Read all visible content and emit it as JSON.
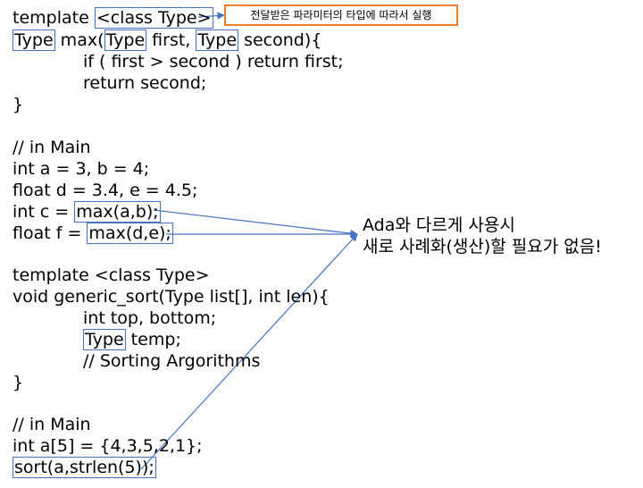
{
  "code_lines": {
    "l1_pre": "template ",
    "l1_box": "<class Type>",
    "l2_box1": "Type",
    "l2_mid1": " max(",
    "l2_box2": "Type",
    "l2_mid2": " first, ",
    "l2_box3": "Type",
    "l2_end": " second){",
    "l3": "if ( first > second ) return first;",
    "l4": "return second;",
    "l5": "}",
    "l6": "// in Main",
    "l7": "int a = 3, b = 4;",
    "l8": "float d = 3.4, e = 4.5;",
    "l9_pre": "int c = ",
    "l9_box": "max(a,b);",
    "l10_pre": "float f = ",
    "l10_box": "max(d,e);",
    "l11": "template <class Type>",
    "l12": "void generic_sort(Type list[], int len){",
    "l13": "int top, bottom;",
    "l14_box": "Type",
    "l14_end": " temp;",
    "l15": "// Sorting Argorithms",
    "l16": "}",
    "l17": "// in Main",
    "l18": "int a[5] = {4,3,5,2,1};",
    "l19_box": "sort(a,strlen(5));"
  },
  "note": {
    "text": "전달받은 파라미터의 타입에 따라서 실행"
  },
  "annotation": {
    "line1": "Ada와 다르게 사용시",
    "line2": "새로 사례화(생산)할 필요가 없음!"
  },
  "colors": {
    "box_border": "#4472c4",
    "note_border": "#ed7d31",
    "arrow": "#4472c4"
  }
}
